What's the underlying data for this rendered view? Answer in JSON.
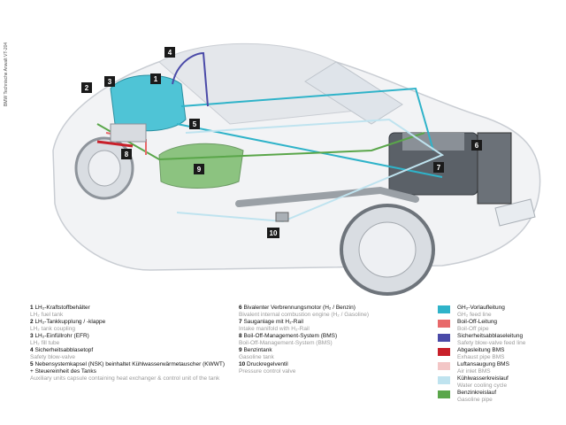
{
  "credit": "BMW Technische Anwalt VT-204",
  "callouts": [
    "1",
    "2",
    "3",
    "4",
    "5",
    "6",
    "7",
    "8",
    "9",
    "10"
  ],
  "components": [
    {
      "num": "1",
      "de": "LH₂-Kraftstoffbehälter",
      "en": "LH₂ fuel tank"
    },
    {
      "num": "2",
      "de": "LH₂-Tankkupplung / -klappe",
      "en": "LH₂ tank coupling"
    },
    {
      "num": "3",
      "de": "LH₂-Einfüllrohr (EFR)",
      "en": "LH₂ fill tube"
    },
    {
      "num": "4",
      "de": "Sicherheitsabblasetopf",
      "en": "Safety blow-valve"
    },
    {
      "num": "5",
      "de": "Nebensystemkapsel (NSK) beinhaltet Kühlwasserwärmetauscher (KWWT) + Steuereinheit des Tanks",
      "en": "Auxiliary units capsule containing heat exchanger & control unit of the tank"
    },
    {
      "num": "6",
      "de": "Bivalenter Verbrennungsmotor (H₂ / Benzin)",
      "en": "Bivalent internal combustion engine (H₂ / Gasoline)"
    },
    {
      "num": "7",
      "de": "Sauganlage mit H₂-Rail",
      "en": "Intake manifold with H₂-Rail"
    },
    {
      "num": "8",
      "de": "Boil-Off-Management-System (BMS)",
      "en": "Boil-Off-Management-System (BMS)"
    },
    {
      "num": "9",
      "de": "Benzintank",
      "en": "Gasoline tank"
    },
    {
      "num": "10",
      "de": "Druckregelventil",
      "en": "Pressure control valve"
    }
  ],
  "lines": [
    {
      "de": "GH₂-Vorlaufleitung",
      "en": "GH₂ feed line",
      "color": "#2fb3c9"
    },
    {
      "de": "Boil-Off-Leitung",
      "en": "Boil-Off pipe",
      "color": "#e8696a"
    },
    {
      "de": "Sicherheitsabblaseleitung",
      "en": "Safety blow-valve feed line",
      "color": "#4a4aa8"
    },
    {
      "de": "Abgasleitung BMS",
      "en": "Exhaust pipe BMS",
      "color": "#c8202a"
    },
    {
      "de": "Luftansaugung BMS",
      "en": "Air inlet BMS",
      "color": "#f3c6c6"
    },
    {
      "de": "Kühlwasserkreislauf",
      "en": "Water cooling cycle",
      "color": "#bfe3ef"
    },
    {
      "de": "Benzinkreislauf",
      "en": "Gasoline pipe",
      "color": "#5aa64a"
    }
  ]
}
